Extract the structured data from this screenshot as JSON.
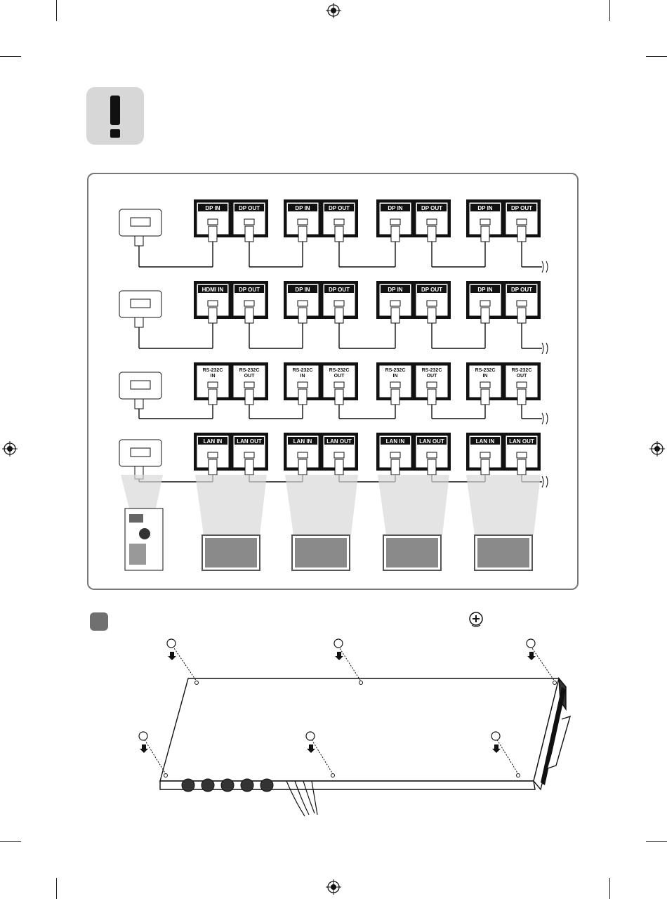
{
  "rows": [
    {
      "name": "displayport",
      "ports": [
        [
          "DP IN",
          "DP OUT"
        ],
        [
          "DP IN",
          "DP OUT"
        ],
        [
          "DP IN",
          "DP OUT"
        ],
        [
          "DP IN",
          "DP OUT"
        ]
      ]
    },
    {
      "name": "hdmi-to-dp",
      "ports": [
        [
          "HDMI IN",
          "DP OUT"
        ],
        [
          "DP IN",
          "DP OUT"
        ],
        [
          "DP IN",
          "DP OUT"
        ],
        [
          "DP IN",
          "DP OUT"
        ]
      ]
    },
    {
      "name": "rs232c",
      "ports": [
        [
          "RS-232C IN",
          "RS-232C OUT"
        ],
        [
          "RS-232C IN",
          "RS-232C OUT"
        ],
        [
          "RS-232C IN",
          "RS-232C OUT"
        ],
        [
          "RS-232C IN",
          "RS-232C OUT"
        ]
      ]
    },
    {
      "name": "lan",
      "ports": [
        [
          "LAN IN",
          "LAN OUT"
        ],
        [
          "LAN IN",
          "LAN OUT"
        ],
        [
          "LAN IN",
          "LAN OUT"
        ],
        [
          "LAN IN",
          "LAN OUT"
        ]
      ]
    }
  ],
  "icons": {
    "warning": "exclamation-icon",
    "screw": "screw-icon",
    "pc": "computer-tower-icon",
    "monitor": "monitor-icon"
  },
  "colors": {
    "port_panel": "#111111",
    "badge": "#707070",
    "warning_bg": "#d7d7d7",
    "screen": "#8a8a8a"
  }
}
